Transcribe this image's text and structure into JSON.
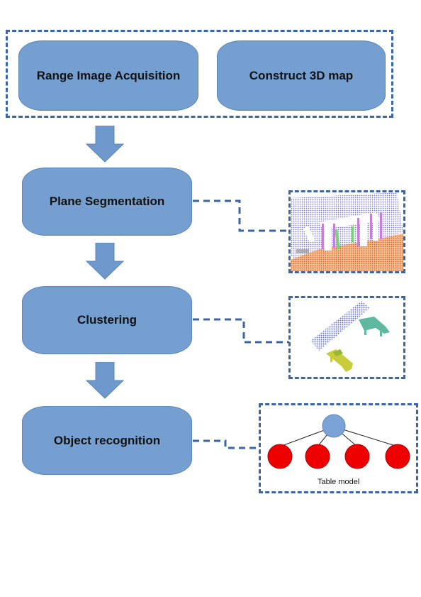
{
  "colors": {
    "box_fill": "#759fd0",
    "dash": "#3a65a8",
    "arrow": "#6f99cc",
    "node_leaf": "#ee0000",
    "node_root": "#7ba3d6"
  },
  "top_group": {
    "left_label": "Range Image Acquisition",
    "right_label": "Construct 3D map"
  },
  "steps": [
    {
      "label": "Plane Segmentation"
    },
    {
      "label": "Clustering"
    },
    {
      "label": "Object recognition"
    }
  ],
  "panels": {
    "segmentation": {
      "icon": "point-cloud-segmentation-image"
    },
    "clustering": {
      "icon": "point-cloud-clusters-image"
    },
    "model": {
      "caption": "Table model",
      "icon": "tree-graph"
    }
  }
}
